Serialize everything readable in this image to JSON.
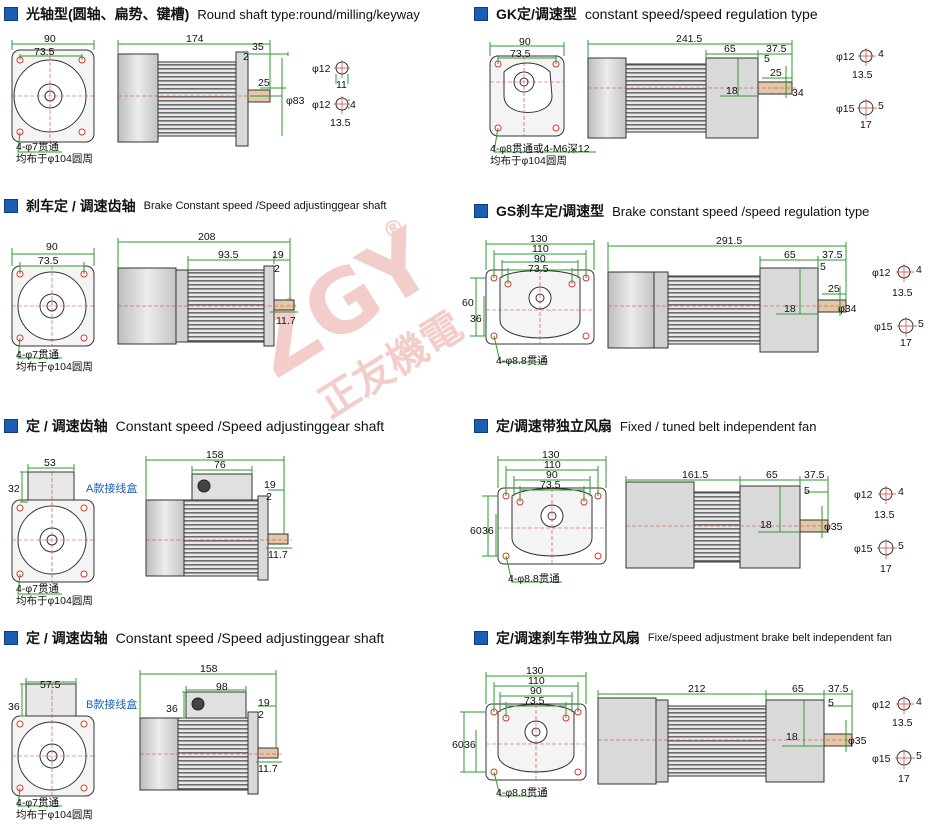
{
  "colors": {
    "accent_blue": "#1a5fb4",
    "dim_green": "#2e9a2e",
    "center_red": "#d23b2e",
    "body_gray": "#cfcfcf",
    "fin_gray": "#6d6d6d"
  },
  "watermark": {
    "latin": "ZGY",
    "registered": "®",
    "chinese": "正友機電"
  },
  "sections": [
    {
      "id": "s1",
      "title_zh": "光轴型(圆轴、扁势、键槽)",
      "title_en": "Round shaft type:round/milling/keyway",
      "front": {
        "d_top": "90",
        "d_inner": "73.5",
        "hole_note": "4-φ7贯通",
        "pcd_note": "均布于φ104圆周"
      },
      "side": {
        "length": "174",
        "shaft_len": "35",
        "shoulder": "2",
        "key_len": "25",
        "shaft_dia": "φ83"
      },
      "shaft_details": [
        {
          "dia": "φ12",
          "width": "11"
        },
        {
          "dia": "φ12",
          "key": "4",
          "depth": "13.5"
        }
      ]
    },
    {
      "id": "s2",
      "title_zh": "GK定/调速型",
      "title_en": "constant speed/speed regulation type",
      "front": {
        "d_top": "90",
        "d_inner": "73.5",
        "hole_note": "4-φ8贯通或4-M6深12",
        "pcd_note": "均布于φ104圆周"
      },
      "side": {
        "length": "241.5",
        "gear_len": "65",
        "shaft_len": "37.5",
        "shoulder": "5",
        "key_len": "25",
        "offset": "18",
        "shaft_dia": "34"
      },
      "shaft_details": [
        {
          "dia": "φ12",
          "key": "4",
          "depth": "13.5"
        },
        {
          "dia": "φ15",
          "key": "5",
          "depth": "17"
        }
      ]
    },
    {
      "id": "s3",
      "title_zh": "刹车定 / 调速齿轴",
      "title_en": "Brake Constant speed /Speed adjustinggear shaft",
      "front": {
        "d_top": "90",
        "d_inner": "73.5",
        "hole_note": "4-φ7贯通",
        "pcd_note": "均布于φ104圆周"
      },
      "side": {
        "length": "208",
        "body_len": "93.5",
        "shaft_len": "19",
        "shoulder": "2",
        "gear_dia": "11.7"
      }
    },
    {
      "id": "s4",
      "title_zh": "GS刹车定/调速型",
      "title_en": "Brake constant speed /speed regulation type",
      "front": {
        "d1": "130",
        "d2": "110",
        "d3": "90",
        "d4": "73.5",
        "h1": "60",
        "h2": "36",
        "hole_note": "4-φ8.8贯通"
      },
      "side": {
        "length": "291.5",
        "gear_len": "65",
        "shaft_len": "37.5",
        "shoulder": "5",
        "key_len": "25",
        "offset": "18",
        "shaft_dia": "φ34"
      },
      "shaft_details": [
        {
          "dia": "φ12",
          "key": "4",
          "depth": "13.5"
        },
        {
          "dia": "φ15",
          "key": "5",
          "depth": "17"
        }
      ]
    },
    {
      "id": "s5",
      "title_zh": "定 / 调速齿轴",
      "title_en": "Constant speed /Speed adjustinggear shaft",
      "front": {
        "box_w": "53",
        "box_h": "32",
        "hole_note": "4-φ7贯通",
        "pcd_note": "均布于φ104圆周",
        "box_label": "A款接线盒"
      },
      "side": {
        "length": "158",
        "box_len": "76",
        "shaft_len": "19",
        "shoulder": "2",
        "gear_dia": "11.7"
      }
    },
    {
      "id": "s6",
      "title_zh": "定/调速带独立风扇",
      "title_en": "Fixed / tuned belt independent fan",
      "front": {
        "d1": "130",
        "d2": "110",
        "d3": "90",
        "d4": "73.5",
        "h1": "60",
        "h2": "36",
        "hole_note": "4-φ8.8贯通"
      },
      "side": {
        "length": "161.5",
        "gear_len": "65",
        "shaft_len": "37.5",
        "shoulder": "5",
        "offset": "18",
        "shaft_dia": "φ35"
      },
      "shaft_details": [
        {
          "dia": "φ12",
          "key": "4",
          "depth": "13.5"
        },
        {
          "dia": "φ15",
          "key": "5",
          "depth": "17"
        }
      ]
    },
    {
      "id": "s7",
      "title_zh": "定 / 调速齿轴",
      "title_en": "Constant speed /Speed adjustinggear shaft",
      "front": {
        "box_w": "57.5",
        "box_h": "36",
        "hole_note": "4-φ7贯通",
        "pcd_note": "均布于φ104圆周",
        "box_label": "B款接线盒"
      },
      "side": {
        "length": "158",
        "box_len": "98",
        "box_h": "36",
        "shaft_len": "19",
        "shoulder": "2",
        "gear_dia": "11.7"
      }
    },
    {
      "id": "s8",
      "title_zh": "定/调速刹车带独立风扇",
      "title_en": "Fixe/speed adjustment brake belt independent fan",
      "front": {
        "d1": "130",
        "d2": "110",
        "d3": "90",
        "d4": "73.5",
        "h1": "60",
        "h2": "36",
        "hole_note": "4-φ8.8贯通"
      },
      "side": {
        "length": "212",
        "gear_len": "65",
        "shaft_len": "37.5",
        "shoulder": "5",
        "offset": "18",
        "shaft_dia": "φ35"
      },
      "shaft_details": [
        {
          "dia": "φ12",
          "key": "4",
          "depth": "13.5"
        },
        {
          "dia": "φ15",
          "key": "5",
          "depth": "17"
        }
      ]
    }
  ]
}
